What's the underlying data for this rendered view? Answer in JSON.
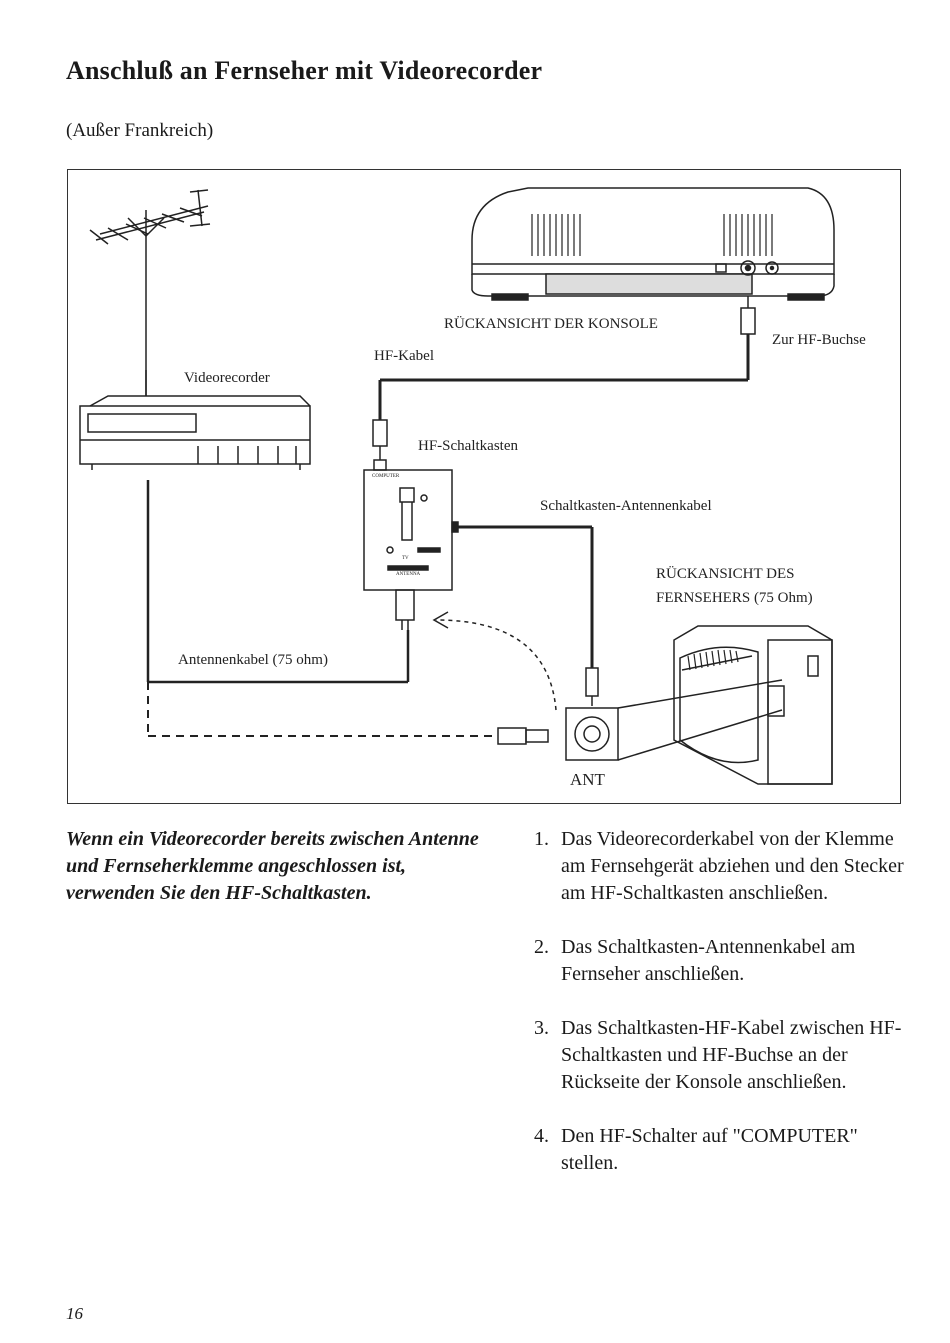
{
  "header": {
    "title": "Anschluß an Fernseher mit Videorecorder",
    "subtitle": "(Außer Frankreich)"
  },
  "diagram": {
    "console_rear_label": "RÜCKANSICHT DER KONSOLE",
    "rf_socket_label": "Zur HF-Buchse",
    "rf_cable_label": "HF-Kabel",
    "vcr_label": "Videorecorder",
    "switchbox_label": "HF-Schaltkasten",
    "switchbox_antenna_cable_label": "Schaltkasten-Antennenkabel",
    "tv_rear_label_line1": "RÜCKANSICHT DES",
    "tv_rear_label_line2": "FERNSEHERS (75 Ohm)",
    "antenna_cable_label": "Antennenkabel (75 ohm)",
    "ant_label": "ANT",
    "switchbox_computer_text": "COMPUTER",
    "switchbox_tv_text": "TV",
    "switchbox_antenna_text": "ANTENNA"
  },
  "note": "Wenn ein Videorecorder bereits zwischen Antenne und Fernseherklemme angeschlossen ist, verwenden Sie den HF-Schaltkasten.",
  "steps": [
    {
      "num": "1.",
      "text": "Das Videorecorderkabel von der Klemme am Fernsehgerät abziehen und den Stecker am HF-Schaltkasten anschließen."
    },
    {
      "num": "2.",
      "text": "Das Schaltkasten-Antennenkabel am Fernseher anschließen."
    },
    {
      "num": "3.",
      "text": "Das Schaltkasten-HF-Kabel zwischen HF-Schaltkasten und HF-Buchse an der Rückseite der Konsole anschließen."
    },
    {
      "num": "4.",
      "text": "Den HF-Schalter auf \"COMPUTER\" stellen."
    }
  ],
  "footer": {
    "page_number": "16"
  }
}
